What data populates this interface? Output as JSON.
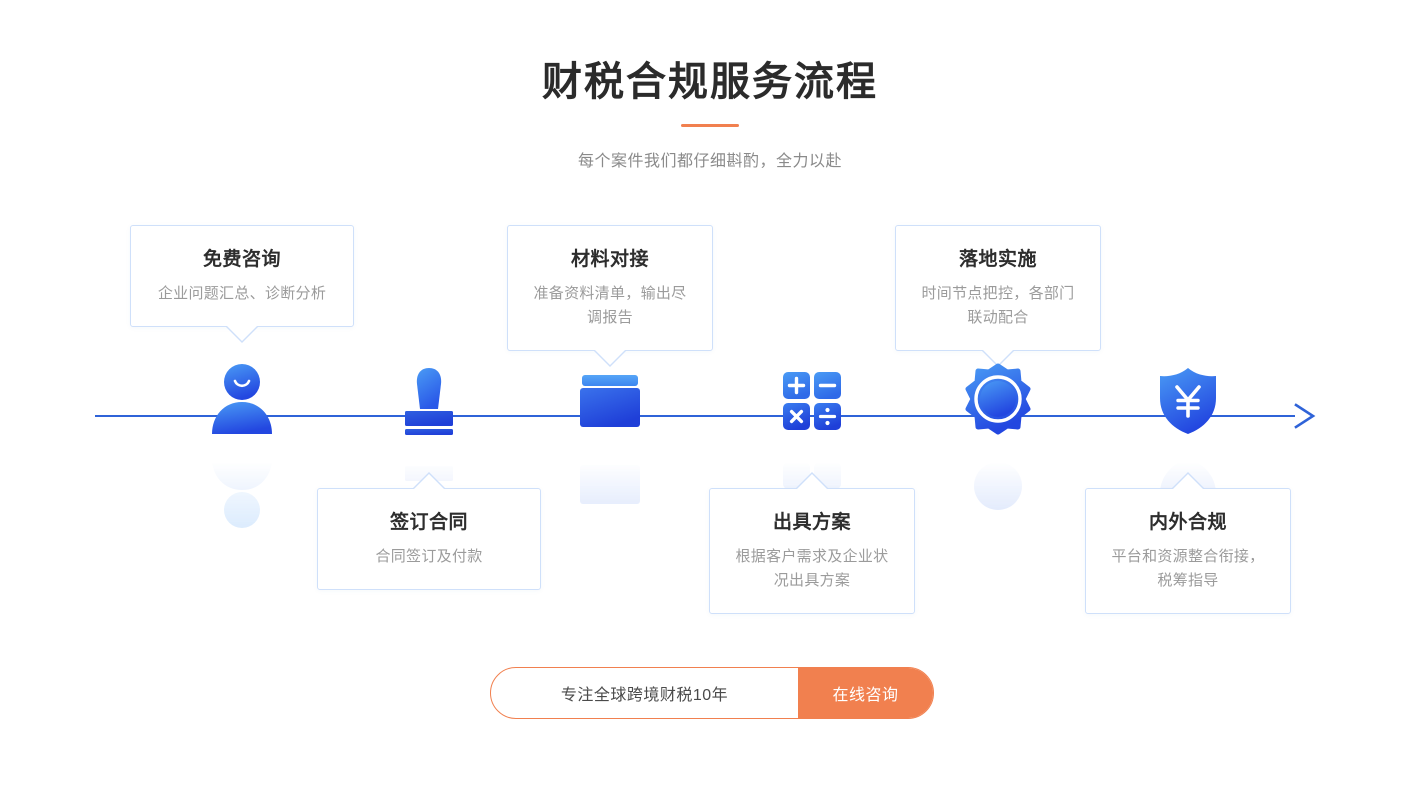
{
  "header": {
    "title": "财税合规服务流程",
    "subtitle": "每个案件我们都仔细斟酌，全力以赴",
    "divider_color": "#F1804F"
  },
  "theme": {
    "accent_orange": "#F1804F",
    "line_blue": "#2f63d8",
    "icon_blue_light": "#4a9bf5",
    "icon_blue_dark": "#2347e0",
    "card_border": "#cfe0fa",
    "title_color": "#2b2b2b",
    "desc_color": "#9b9b9b"
  },
  "timeline": {
    "arrow_icon": "arrow-right-icon",
    "steps": [
      {
        "index": 1,
        "icon": "person-icon",
        "position": "above",
        "title": "免费咨询",
        "desc": "企业问题汇总、诊断分析"
      },
      {
        "index": 2,
        "icon": "stamp-icon",
        "position": "below",
        "title": "签订合同",
        "desc": "合同签订及付款"
      },
      {
        "index": 3,
        "icon": "folder-icon",
        "position": "above",
        "title": "材料对接",
        "desc": "准备资料清单，输出尽调报告"
      },
      {
        "index": 4,
        "icon": "calculator-icon",
        "position": "below",
        "title": "出具方案",
        "desc": "根据客户需求及企业状况出具方案"
      },
      {
        "index": 5,
        "icon": "badge-gear-icon",
        "position": "above",
        "title": "落地实施",
        "desc": "时间节点把控，各部门联动配合"
      },
      {
        "index": 6,
        "icon": "shield-yuan-icon",
        "position": "below",
        "title": "内外合规",
        "desc": "平台和资源整合衔接，税筹指导"
      }
    ]
  },
  "cta": {
    "text": "专注全球跨境财税10年",
    "button_label": "在线咨询"
  }
}
